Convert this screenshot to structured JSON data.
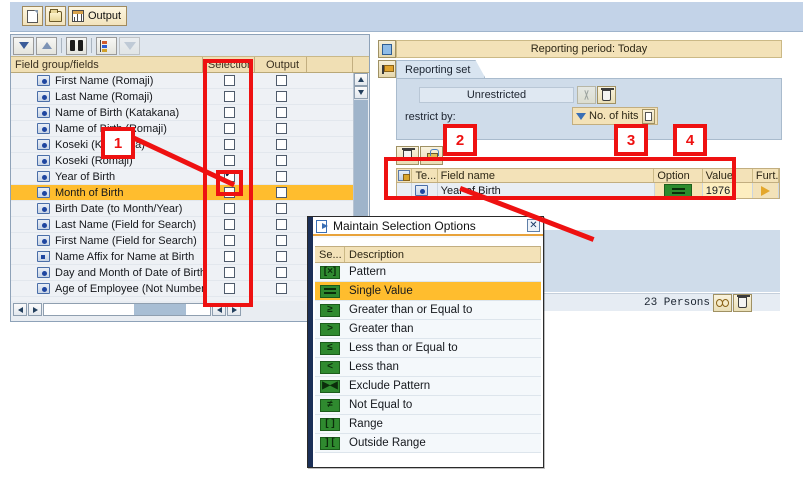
{
  "toolbar": {
    "new_icon": "new-document-icon",
    "open_icon": "open-folder-icon",
    "output_icon": "output-grid-icon",
    "output_label": "Output"
  },
  "left_panel": {
    "toolbar_icons": [
      "collapse-all-icon",
      "expand-all-icon",
      "find-icon",
      "field-structure-icon",
      "filter-icon"
    ],
    "columns": {
      "fields": "Field group/fields",
      "selection": "Selection",
      "output": "Output",
      "blank": ""
    },
    "rows": [
      {
        "label": "First Name (Romaji)",
        "icon": "field-icon",
        "selection": false,
        "output": false,
        "highlight": false
      },
      {
        "label": "Last Name (Romaji)",
        "icon": "field-icon",
        "selection": false,
        "output": false,
        "highlight": false
      },
      {
        "label": "Name of Birth (Katakana)",
        "icon": "field-icon",
        "selection": false,
        "output": false,
        "highlight": false
      },
      {
        "label": "Name of Birth (Romaji)",
        "icon": "field-icon",
        "selection": false,
        "output": false,
        "highlight": false
      },
      {
        "label": "Koseki (Katakana)",
        "icon": "field-icon",
        "selection": false,
        "output": false,
        "highlight": false
      },
      {
        "label": "Koseki (Romaji)",
        "icon": "field-icon",
        "selection": false,
        "output": false,
        "highlight": false
      },
      {
        "label": "Year of Birth",
        "icon": "field-icon",
        "selection": true,
        "output": false,
        "highlight": false
      },
      {
        "label": "Month of Birth",
        "icon": "field-icon",
        "selection": false,
        "output": false,
        "highlight": true
      },
      {
        "label": "Birth Date (to Month/Year)",
        "icon": "field-icon",
        "selection": false,
        "output": false,
        "highlight": false
      },
      {
        "label": "Last Name (Field for Search)",
        "icon": "field-icon",
        "selection": false,
        "output": false,
        "highlight": false
      },
      {
        "label": "First Name (Field for Search)",
        "icon": "field-icon",
        "selection": false,
        "output": false,
        "highlight": false
      },
      {
        "label": "Name Affix for Name at Birth",
        "icon": "table-field-icon",
        "selection": false,
        "output": false,
        "highlight": false
      },
      {
        "label": "Day and Month of Date of Birth",
        "icon": "field-icon",
        "selection": false,
        "output": false,
        "highlight": false
      },
      {
        "label": "Age of Employee (Not Number)",
        "icon": "field-icon",
        "selection": false,
        "output": false,
        "highlight": false
      }
    ]
  },
  "right_panel": {
    "reporting_period": "Reporting period: Today",
    "reporting_period_icon": "calendar-book-icon",
    "reporting_set_tab": "Reporting set",
    "reporting_set_icon": "flag-icon",
    "unrestricted_value": "Unrestricted",
    "cut_icon": "scissors-icon",
    "delete_icon": "trash-icon",
    "restrict_by_label": "restrict by:",
    "restrict_by_value": "No. of hits",
    "restrict_by_icon": "funnel-icon",
    "restrict_by_dropdown_icon": "list-dropdown-icon",
    "table_toolbar": [
      "trash-icon",
      "unlock-icon"
    ],
    "table": {
      "columns": [
        "",
        "Te...",
        "Field name",
        "Option",
        "Value",
        "Furt..."
      ],
      "rows": [
        {
          "row_icon": "field-icon",
          "field_name": "Year of Birth",
          "option_icon": "single-value-equals-icon",
          "value": "1976",
          "further_icon": "further-arrow-icon"
        }
      ]
    },
    "persons_count": "23 Persons",
    "persons_glasses_icon": "glasses-icon",
    "persons_delete_icon": "trash-icon"
  },
  "dialog": {
    "title": "Maintain Selection Options",
    "title_icon": "dialog-window-icon",
    "close_label": "✕",
    "columns": {
      "select": "Se...",
      "description": "Description"
    },
    "options": [
      {
        "glyph": "[×]",
        "label": "Pattern",
        "icon": "pattern-icon",
        "selected": false
      },
      {
        "glyph": "=",
        "label": "Single Value",
        "icon": "single-value-icon",
        "selected": true
      },
      {
        "glyph": "≥",
        "label": "Greater than or Equal to",
        "icon": "greater-equal-icon",
        "selected": false
      },
      {
        "glyph": ">",
        "label": "Greater than",
        "icon": "greater-than-icon",
        "selected": false
      },
      {
        "glyph": "≤",
        "label": "Less than or Equal to",
        "icon": "less-equal-icon",
        "selected": false
      },
      {
        "glyph": "<",
        "label": "Less than",
        "icon": "less-than-icon",
        "selected": false
      },
      {
        "glyph": "▶◀",
        "label": "Exclude Pattern",
        "icon": "exclude-pattern-icon",
        "selected": false
      },
      {
        "glyph": "≠",
        "label": "Not Equal to",
        "icon": "not-equal-icon",
        "selected": false
      },
      {
        "glyph": "[ ]",
        "label": "Range",
        "icon": "range-icon",
        "selected": false
      },
      {
        "glyph": "] [",
        "label": "Outside Range",
        "icon": "outside-range-icon",
        "selected": false
      }
    ]
  },
  "annotations": {
    "callouts": [
      {
        "number": "1"
      },
      {
        "number": "2"
      },
      {
        "number": "3"
      },
      {
        "number": "4"
      }
    ],
    "color": "#ee1111"
  }
}
